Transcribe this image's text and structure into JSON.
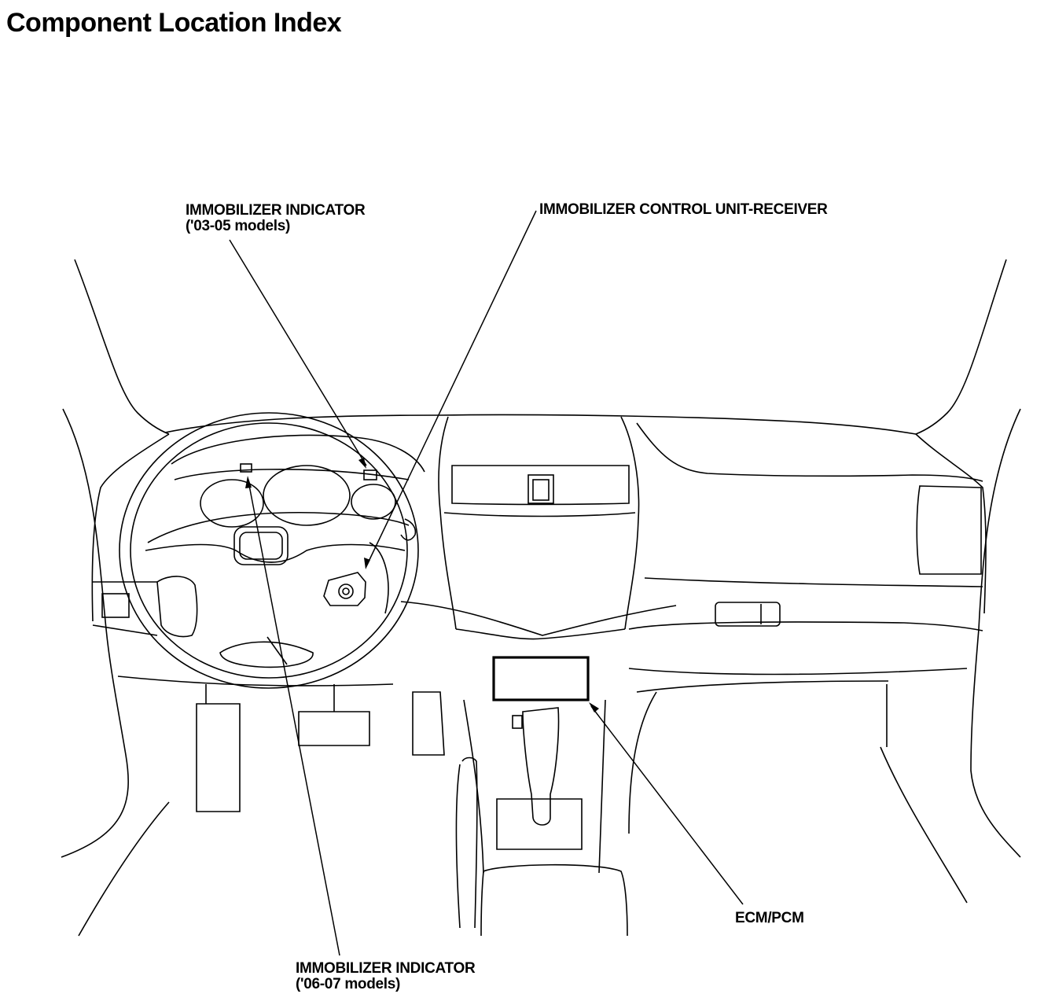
{
  "page": {
    "title": "Component Location Index"
  },
  "callouts": {
    "immobilizer_indicator_0305": {
      "label": "IMMOBILIZER INDICATOR",
      "sub": "('03-05 models)"
    },
    "immobilizer_control_unit": {
      "label": "IMMOBILIZER CONTROL UNIT-RECEIVER"
    },
    "ecm_pcm": {
      "label": "ECM/PCM"
    },
    "immobilizer_indicator_0607": {
      "label": "IMMOBILIZER INDICATOR",
      "sub": "('06-07 models)"
    }
  }
}
